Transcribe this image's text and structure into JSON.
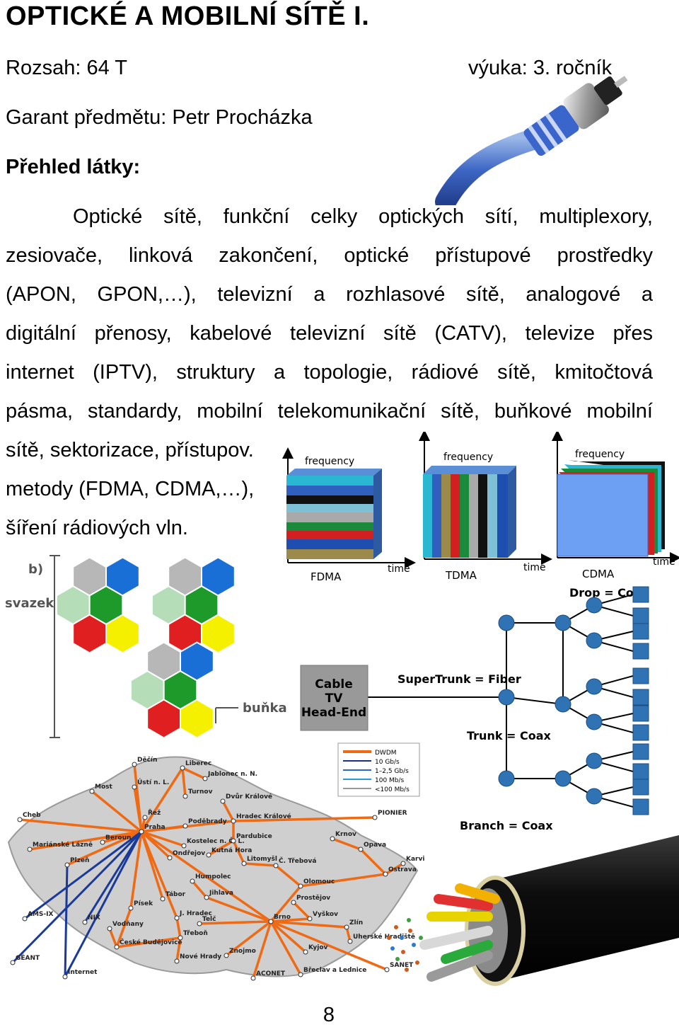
{
  "header": {
    "title": "OPTICKÉ A MOBILNÍ SÍTĚ I.",
    "scope": "Rozsah: 64 T",
    "year": "výuka: 3. ročník",
    "guarantor": "Garant předmětu: Petr Procházka",
    "overview_heading": "Přehled látky:"
  },
  "body": {
    "lines": [
      "Optické sítě, funkční celky optických sítí, multiplexory,",
      "zesiovače, linková zakončení, optické přístupové prostředky",
      "(APON, GPON,…), televizní a rozhlasové sítě, analogové a",
      "digitální přenosy, kabelové televizní sítě (CATV), televize přes",
      "internet (IPTV), struktury a topologie, rádiové sítě, kmitočtová",
      "pásma, standardy, mobilní telekomunikační sítě, buňkové mobilní",
      "sítě, sektorizace, přístupov.",
      "metody (FDMA, CDMA,…),",
      "šíření rádiových vln."
    ]
  },
  "figures": {
    "multiple_access": {
      "fdma": {
        "axis_y": "frequency",
        "axis_x": "time",
        "label": "FDMA"
      },
      "tdma": {
        "axis_y": "frequency",
        "axis_x": "time",
        "label": "TDMA"
      },
      "cdma": {
        "axis_y": "frequency",
        "axis_x": "time",
        "label": "CDMA"
      }
    },
    "cells": {
      "label_b": "b)",
      "label_bundle": "svazek",
      "label_cell": "buňka"
    },
    "catv": {
      "headend": [
        "Cable",
        "TV",
        "Head-End"
      ],
      "supertrunk": "SuperTrunk = Fiber",
      "trunk": "Trunk = Coax",
      "branch": "Branch = Coax",
      "drop": "Drop = Coax"
    },
    "map": {
      "legend": [
        "DWDM",
        "10 Gb/s",
        "1–2,5 Gb/s",
        "100 Mb/s",
        "<100 Mb/s"
      ],
      "cities": [
        "Děčín",
        "Liberec",
        "Most",
        "Ústí n. L.",
        "Jablonec n. N.",
        "Turnov",
        "Dvůr Králové",
        "Cheb",
        "Řež",
        "Hradec Králové",
        "PIONIER",
        "Praha",
        "Poděbrady",
        "Beroun",
        "Mariánské Lázně",
        "Kostelec n. Č. L.",
        "Pardubice",
        "Krnov",
        "Plzeň",
        "Ondřejov",
        "Kutná Hora",
        "Litomyšl",
        "Č. Třebová",
        "Opava",
        "Karviná",
        "Ostrava",
        "Humpolec",
        "Olomouc",
        "Tábor",
        "Jihlava",
        "Prostějov",
        "Písek",
        "AMS-IX",
        "NIX",
        "J. Hradec",
        "Telč",
        "Brno",
        "Vyškov",
        "Zlín",
        "Vodňany",
        "Třeboň",
        "Uherské Hradiště",
        "České Budějovice",
        "Kyjov",
        "Znojmo",
        "Nové Hrady",
        "GÉANT",
        "Internet",
        "ACONET",
        "Břeclav a Lednice",
        "SANET"
      ]
    },
    "colors": {
      "hex_blue": "#1a6fd6",
      "hex_green": "#1e9a2a",
      "hex_red": "#e02020",
      "hex_yellow": "#f5f000",
      "hex_gray": "#b7b7b7",
      "hex_lightgreen": "#b5ddb8",
      "cdma_blue": "#6d9ff2",
      "net_orange": "#ee6a14",
      "node_blue": "#2f73b5"
    }
  },
  "footer": {
    "page_number": "8"
  }
}
